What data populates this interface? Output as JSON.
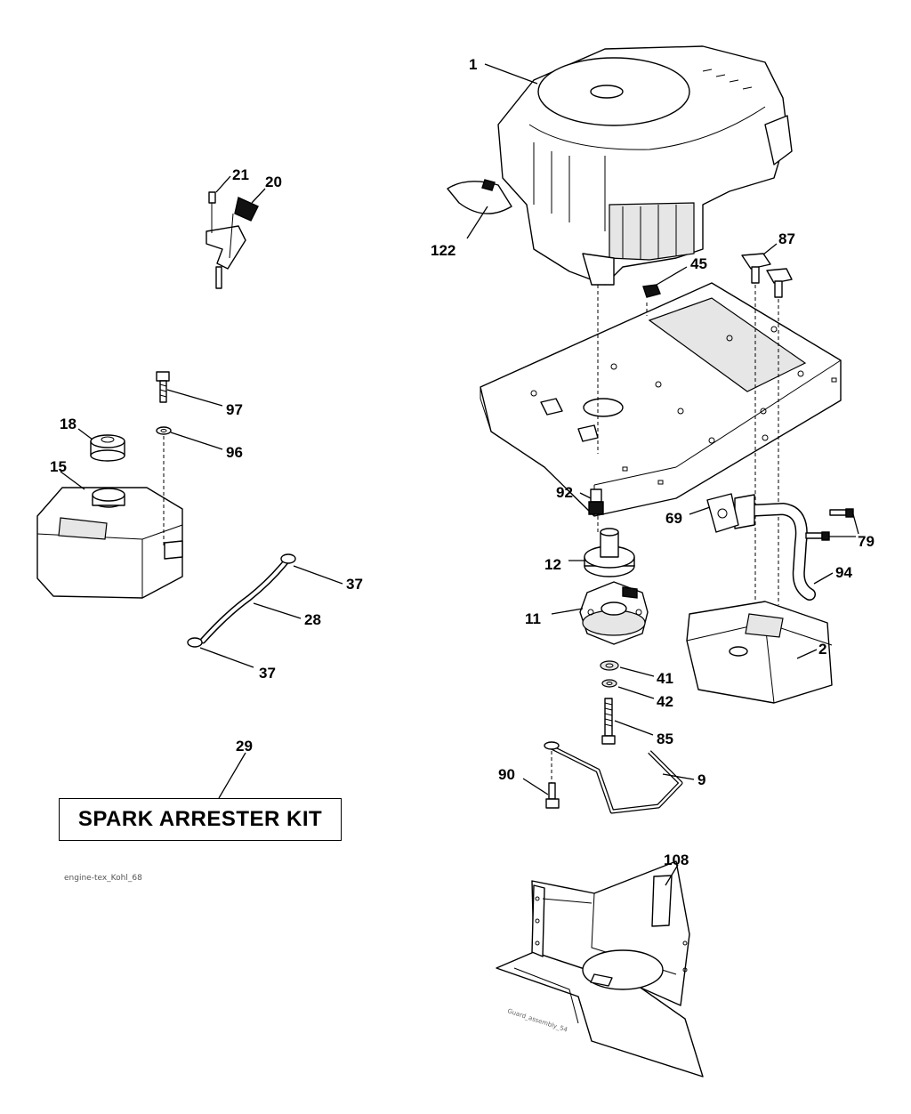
{
  "diagram": {
    "reference_code": "engine-tex_Kohl_68",
    "guard_reference": "Guard_assembly_54",
    "spark_arrester_kit_label": "SPARK ARRESTER KIT",
    "callouts": {
      "c1": "1",
      "c2": "2",
      "c9": "9",
      "c11": "11",
      "c12": "12",
      "c15": "15",
      "c18": "18",
      "c20": "20",
      "c21": "21",
      "c28": "28",
      "c29": "29",
      "c37a": "37",
      "c37b": "37",
      "c41": "41",
      "c42": "42",
      "c45": "45",
      "c69": "69",
      "c79": "79",
      "c85": "85",
      "c87": "87",
      "c90": "90",
      "c92": "92",
      "c94": "94",
      "c96": "96",
      "c97": "97",
      "c108": "108",
      "c122": "122"
    }
  }
}
